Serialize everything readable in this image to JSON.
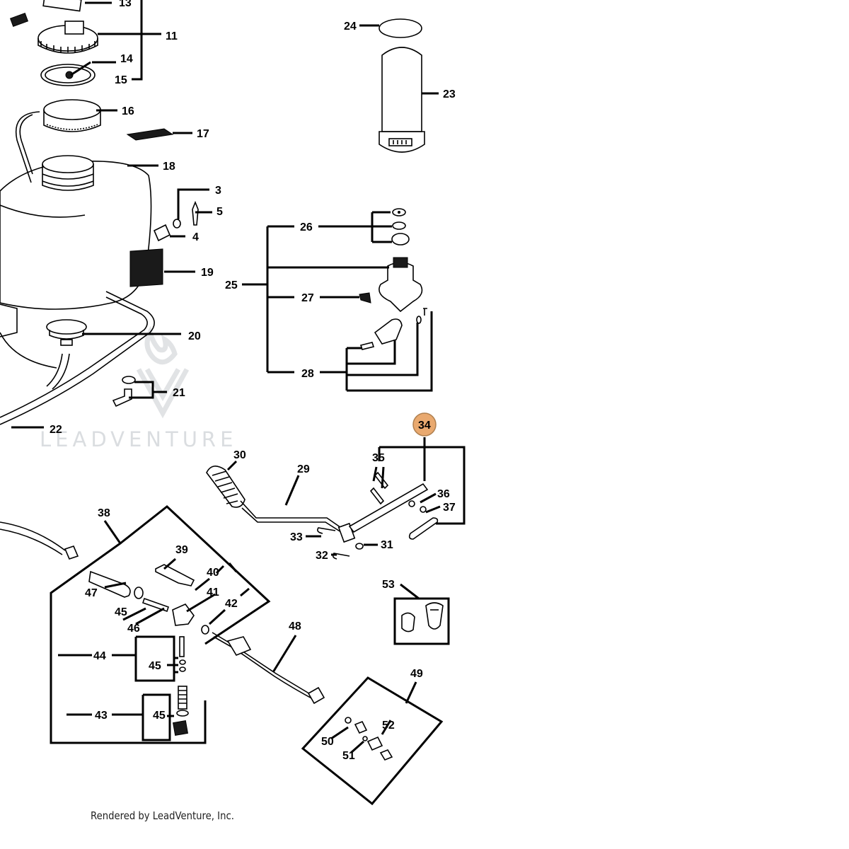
{
  "watermark": "LEADVENTURE",
  "highlight_color": "#e9a96f",
  "highlighted_callout": "34",
  "callouts": [
    "13",
    "11",
    "14",
    "15",
    "16",
    "17",
    "18",
    "3",
    "5",
    "4",
    "19",
    "20",
    "21",
    "22",
    "24",
    "23",
    "26",
    "25",
    "27",
    "28",
    "34",
    "35",
    "36",
    "37",
    "30",
    "29",
    "33",
    "31",
    "32",
    "38",
    "39",
    "40",
    "41",
    "42",
    "47",
    "45",
    "46",
    "44",
    "43",
    "48",
    "53",
    "49",
    "50",
    "51",
    "52"
  ],
  "footer": {
    "credit": "Rendered by LeadVenture, Inc."
  }
}
